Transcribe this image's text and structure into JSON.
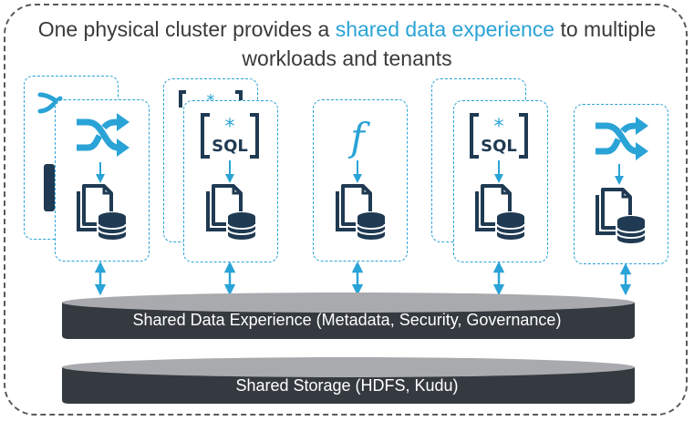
{
  "title": {
    "line1_prefix": "One physical cluster provides a ",
    "line1_highlight": "shared data experience",
    "line1_suffix": " to multiple",
    "line2": "workloads and tenants"
  },
  "colors": {
    "accent": "#2aa3d6",
    "dark": "#353a40",
    "text": "#3a3a3a"
  },
  "workloads": [
    {
      "icon": "shuffle-icon",
      "stacked": true
    },
    {
      "icon": "sql-icon",
      "label": "SQL",
      "stacked": true
    },
    {
      "icon": "function-icon",
      "label": "f",
      "stacked": false
    },
    {
      "icon": "sql-icon",
      "label": "SQL",
      "stacked": true
    },
    {
      "icon": "shuffle-icon",
      "stacked": false
    }
  ],
  "layers": {
    "shared_data_experience": "Shared Data Experience (Metadata, Security, Governance)",
    "shared_storage": "Shared Storage (HDFS, Kudu)"
  }
}
